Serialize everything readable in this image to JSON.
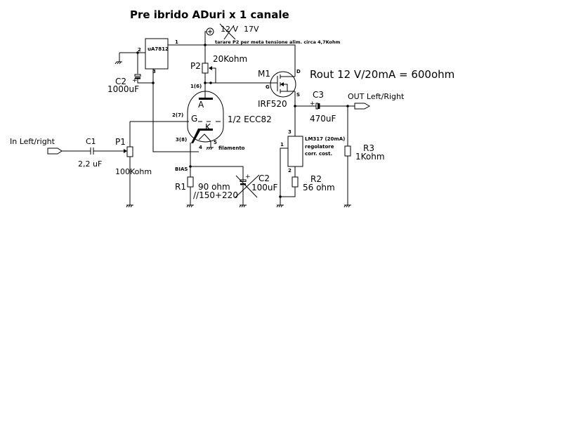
{
  "title": "Pre ibrido ADuri x 1 canale",
  "supply": {
    "old_voltage": "12 V",
    "new_voltage": "17V",
    "note": "tarare P2 per meta tensione alim. circa 4,7Kohm"
  },
  "rout_note": "Rout 12 V/20mA = 600ohm",
  "regulator": {
    "name": "uA7812",
    "pin1": "1",
    "pin2": "2",
    "pin3": "3"
  },
  "c2_supply": {
    "ref": "C2",
    "value": "1000uF"
  },
  "p2": {
    "ref": "P2",
    "value": "20Kohm"
  },
  "m1": {
    "ref": "M1",
    "part": "IRF520",
    "d": "D",
    "g": "G",
    "s": "S"
  },
  "tube": {
    "part": "1/2 ECC82",
    "anode": "A",
    "grid": "G",
    "cathode": "K",
    "pin_anode": "1(6)",
    "pin_grid": "2(7)",
    "pin_cathode": "3(8)",
    "pin_heater": "4",
    "heater_label": "filamento",
    "heater_pin5": "5"
  },
  "input": {
    "label": "In Left/right"
  },
  "c1": {
    "ref": "C1",
    "value": "2,2 uF"
  },
  "p1": {
    "ref": "P1",
    "value": "100Kohm"
  },
  "bias": {
    "label": "BIAS"
  },
  "r1": {
    "ref": "R1",
    "value": "90 ohm",
    "note": "//150+220"
  },
  "c2_bias": {
    "ref": "C2",
    "value": "100uF"
  },
  "c3": {
    "ref": "C3",
    "value": "470uF"
  },
  "output": {
    "label": "OUT Left/Right"
  },
  "lm317": {
    "line1": "LM317 (20mA)",
    "line2": "regolatore",
    "line3": "corr. cost.",
    "pin1": "1",
    "pin2": "2",
    "pin3": "3"
  },
  "r2": {
    "ref": "R2",
    "value": "56 ohm"
  },
  "r3": {
    "ref": "R3",
    "value": "1Kohm"
  }
}
